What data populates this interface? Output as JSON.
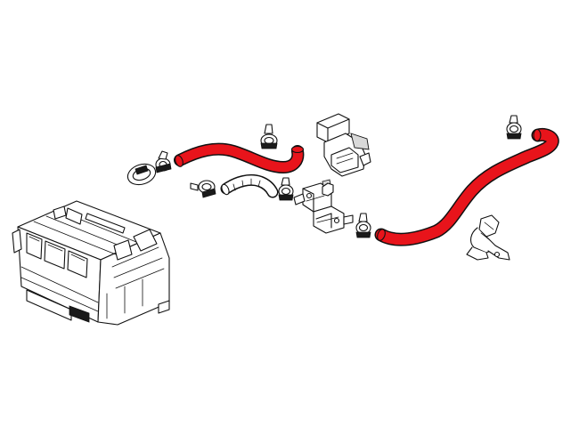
{
  "diagram": {
    "kind": "exploded-parts-view",
    "highlight_color": "#e8141b",
    "line_color": "#111111",
    "background": "#ffffff",
    "components": [
      {
        "name": "heater-unit",
        "highlighted": false
      },
      {
        "name": "hose-clamp-seal",
        "highlighted": false
      },
      {
        "name": "inlet-heater-hose",
        "highlighted": true
      },
      {
        "name": "small-hose",
        "highlighted": false
      },
      {
        "name": "water-valve",
        "highlighted": false
      },
      {
        "name": "valve-cover",
        "highlighted": false
      },
      {
        "name": "outlet-heater-hose",
        "highlighted": true
      },
      {
        "name": "hose-bracket",
        "highlighted": false
      },
      {
        "name": "hose-clamps",
        "highlighted": false
      }
    ]
  }
}
